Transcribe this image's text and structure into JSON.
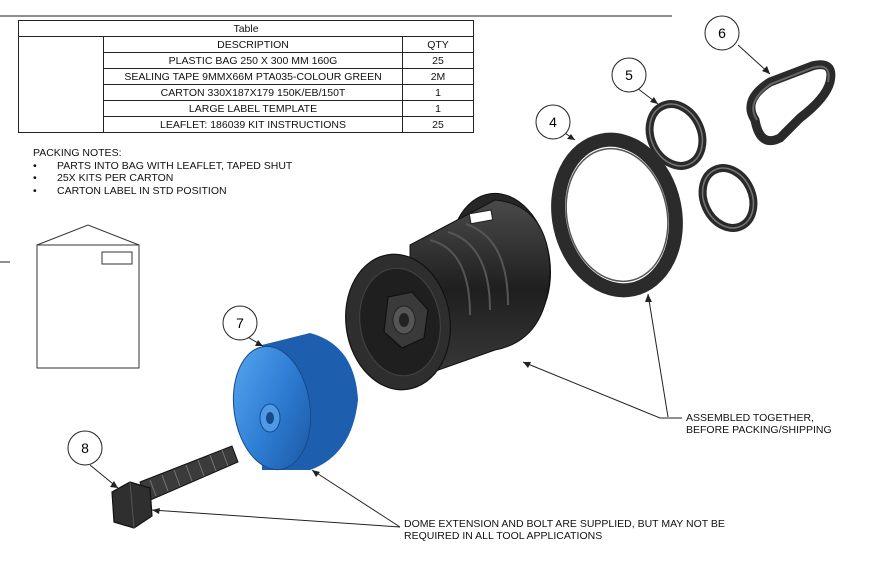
{
  "table": {
    "title": "Table",
    "headers": {
      "description": "DESCRIPTION",
      "qty": "QTY"
    },
    "rows": [
      {
        "description": "PLASTIC BAG 250 X 300 MM 160G",
        "qty": "25"
      },
      {
        "description": "SEALING TAPE 9MMX66M PTA035-COLOUR GREEN",
        "qty": "2M"
      },
      {
        "description": "CARTON 330X187X179 150K/EB/150T",
        "qty": "1"
      },
      {
        "description": "LARGE LABEL TEMPLATE",
        "qty": "1"
      },
      {
        "description": "LEAFLET: 186039 KIT INSTRUCTIONS",
        "qty": "25"
      }
    ]
  },
  "packing_notes": {
    "heading": "PACKING NOTES:",
    "bullet": "•",
    "items": [
      "PARTS INTO BAG WITH LEAFLET, TAPED SHUT",
      "25X KITS PER CARTON",
      "CARTON LABEL IN STD POSITION"
    ]
  },
  "balloons": {
    "b4": "4",
    "b5": "5",
    "b6": "6",
    "b7": "7",
    "b8": "8"
  },
  "callouts": {
    "assembled_line1": "ASSEMBLED TOGETHER,",
    "assembled_line2": "BEFORE PACKING/SHIPPING",
    "dome_line1": "DOME EXTENSION AND BOLT ARE SUPPLIED, BUT MAY NOT BE",
    "dome_line2": "REQUIRED IN ALL TOOL APPLICATIONS"
  },
  "colors": {
    "dome_blue": "#2f7fd6",
    "dome_blue_dark": "#1d5fae",
    "part_black": "#2a2a2a",
    "line": "#222222"
  }
}
